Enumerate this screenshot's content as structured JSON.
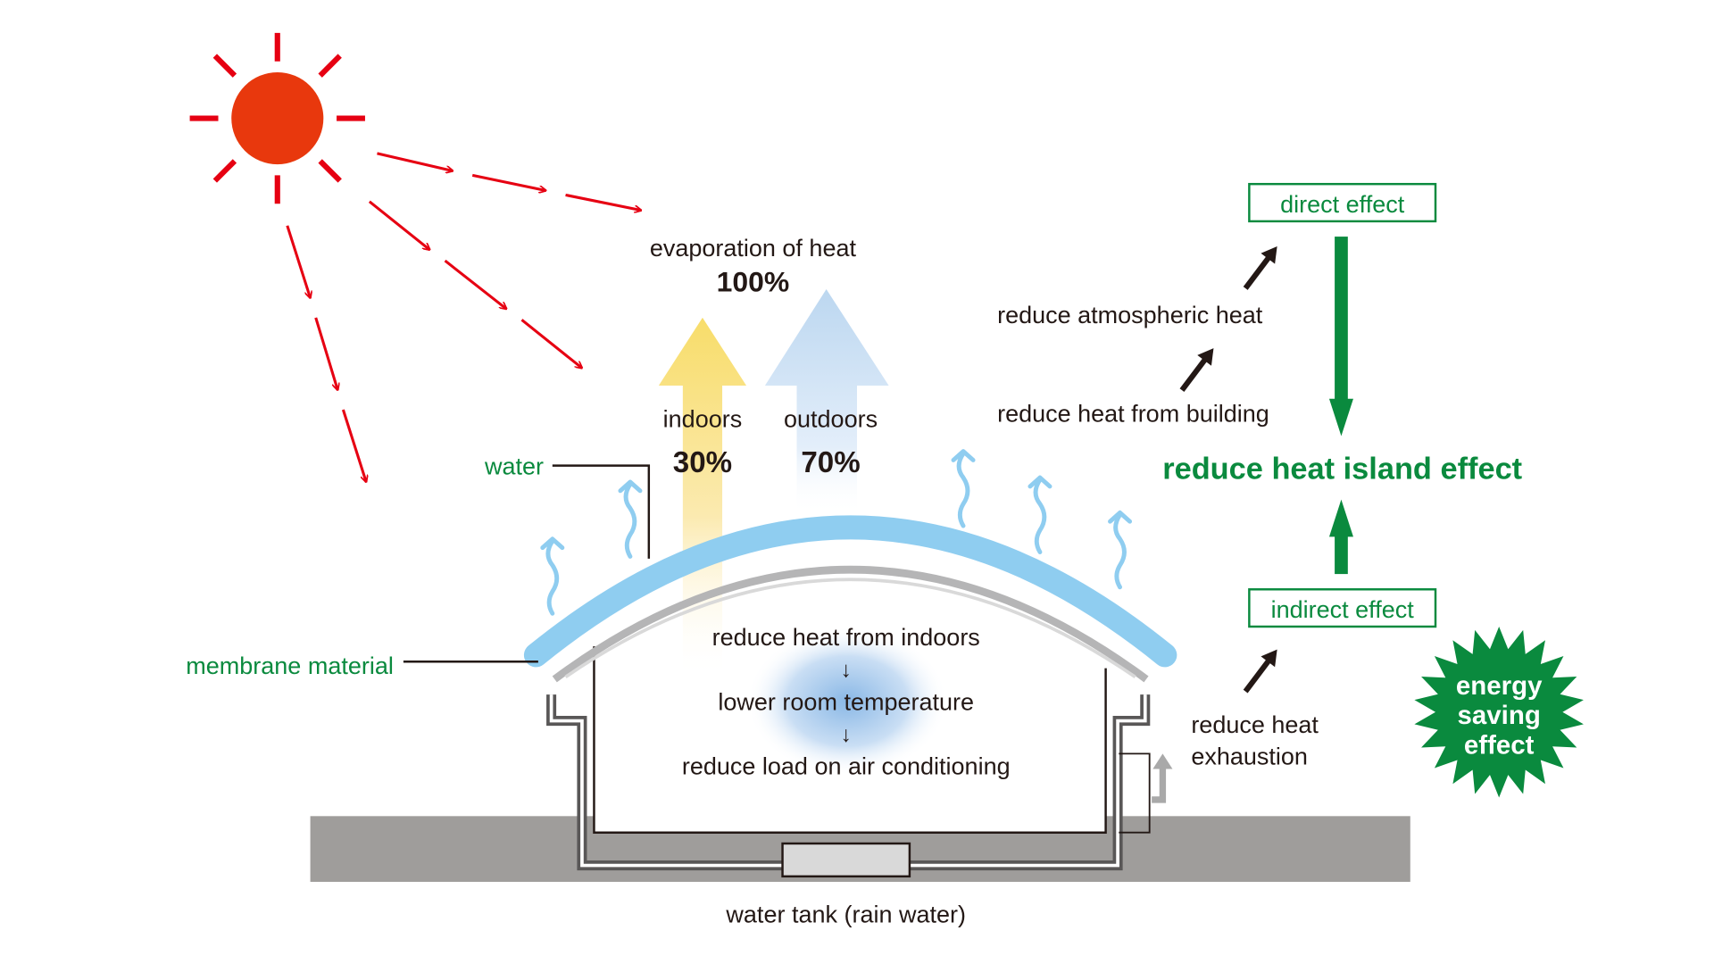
{
  "labels": {
    "evaporation_title": "evaporation of heat",
    "evaporation_value": "100%",
    "indoors_label": "indoors",
    "indoors_value": "30%",
    "outdoors_label": "outdoors",
    "outdoors_value": "70%",
    "water": "water",
    "membrane": "membrane material",
    "reduce_indoor_heat": "reduce heat from indoors",
    "down_arrow_1": "↓",
    "lower_temp": "lower room temperature",
    "down_arrow_2": "↓",
    "reduce_ac": "reduce load on air conditioning",
    "water_tank": "water tank (rain water)",
    "reduce_atmospheric": "reduce atmospheric heat",
    "reduce_building": "reduce heat from building",
    "direct_effect": "direct effect",
    "heat_island": "reduce heat island effect",
    "indirect_effect": "indirect effect",
    "exhaust_line1": "reduce heat",
    "exhaust_line2": "exhaustion",
    "energy_line1": "energy",
    "energy_line2": "saving",
    "energy_line3": "effect"
  },
  "colors": {
    "sun": "#e8380d",
    "sun_ray_arrows": "#e60012",
    "water_blue": "#8fcdf0",
    "effect_green": "#0a8a3e",
    "ground_gray": "#9f9d9b",
    "indoor_arrow": "#f9e07a",
    "outdoor_arrow": "#c4dcf2"
  },
  "icons": [
    "sun-icon",
    "ray-arrow-icon",
    "wavy-vapor-arrow-icon",
    "up-arrow-icon",
    "down-arrow-icon",
    "starburst-badge-icon"
  ]
}
